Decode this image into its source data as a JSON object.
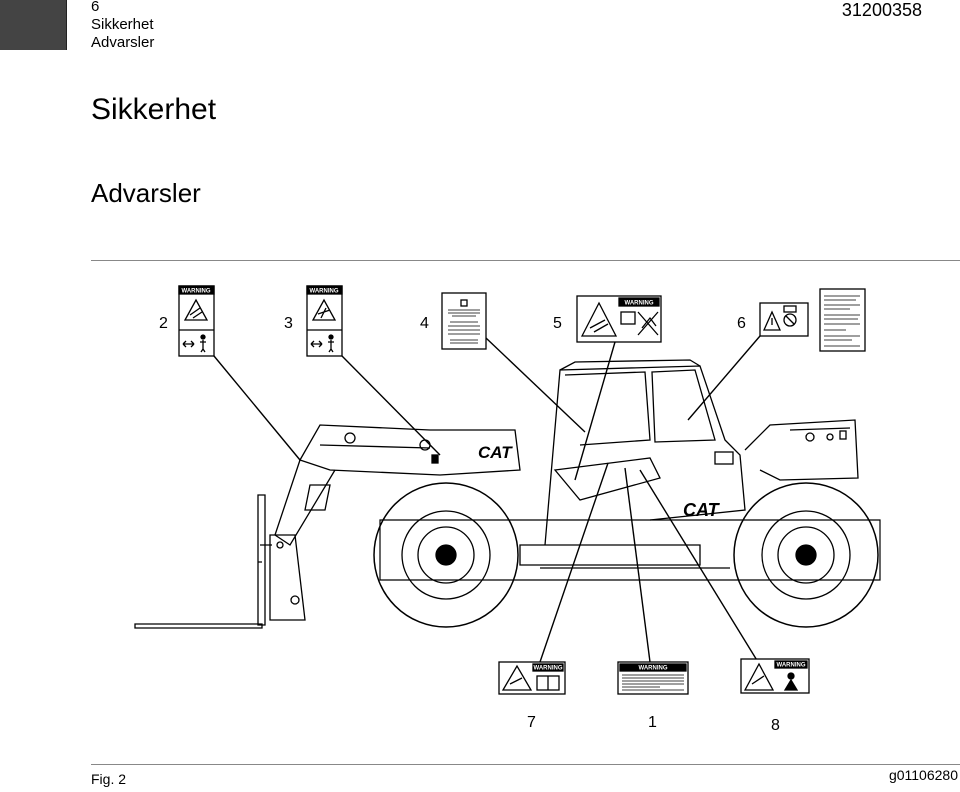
{
  "header": {
    "page_number": "6",
    "section": "Sikkerhet",
    "subsection": "Advarsler",
    "doc_number": "31200358"
  },
  "title": "Sikkerhet",
  "subtitle": "Advarsler",
  "figure": {
    "label": "Fig. 2",
    "image_id": "g01106280",
    "callouts": [
      "2",
      "3",
      "4",
      "5",
      "6",
      "7",
      "1",
      "8"
    ],
    "decal_heading": "WARNING",
    "brand": "CAT"
  }
}
